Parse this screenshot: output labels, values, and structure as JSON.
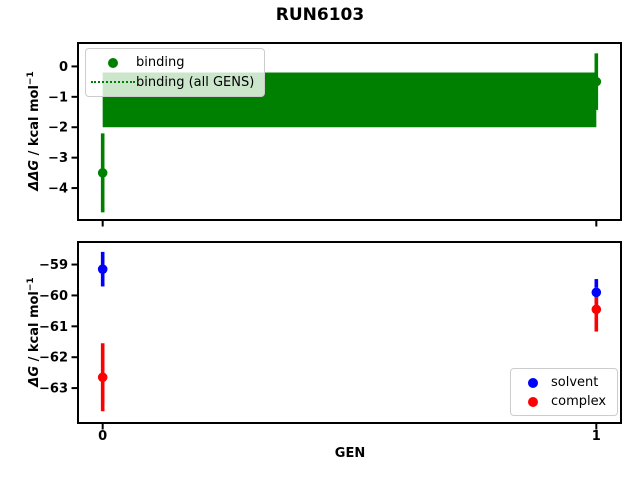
{
  "figure": {
    "title": "RUN6103",
    "background": "#ffffff"
  },
  "chart_data": [
    {
      "type": "scatter",
      "panel": "top",
      "title": "RUN6103",
      "ylabel": "ΔΔG / kcal mol⁻¹",
      "ylabel_parts": {
        "math": "ΔΔG",
        "rest": " / kcal mol",
        "sup": "−1"
      },
      "xlabel": "",
      "xlim": [
        -0.05,
        1.05
      ],
      "ylim": [
        -5.05,
        0.77
      ],
      "xticks": [
        0,
        1
      ],
      "xtick_labels": [
        "",
        ""
      ],
      "yticks": [
        0,
        -1,
        -2,
        -3,
        -4
      ],
      "grid": false,
      "series": [
        {
          "name": "binding",
          "color": "#008000",
          "marker": "circle",
          "x": [
            0,
            1
          ],
          "y": [
            -3.5,
            -0.5
          ],
          "yerr": [
            1.3,
            0.93
          ]
        },
        {
          "name": "binding (all GENS)",
          "color": "#008000",
          "linestyle": "dotted",
          "value": -1.1,
          "band": [
            -0.2,
            -2.0
          ],
          "band_x": [
            0,
            1
          ]
        }
      ],
      "legend": {
        "position": "upper left",
        "entries": [
          "binding",
          "binding (all GENS)"
        ]
      }
    },
    {
      "type": "scatter",
      "panel": "bottom",
      "xlabel": "GEN",
      "ylabel": "ΔG / kcal mol⁻¹",
      "ylabel_parts": {
        "math": "ΔG",
        "rest": " / kcal mol",
        "sup": "−1"
      },
      "xlim": [
        -0.05,
        1.05
      ],
      "ylim": [
        -64.13,
        -58.27
      ],
      "xticks": [
        0,
        1
      ],
      "xtick_labels": [
        "0",
        "1"
      ],
      "yticks": [
        -59,
        -60,
        -61,
        -62,
        -63
      ],
      "grid": false,
      "series": [
        {
          "name": "solvent",
          "color": "#0000ff",
          "marker": "circle",
          "x": [
            0,
            1
          ],
          "y": [
            -59.15,
            -59.9
          ],
          "yerr": [
            0.56,
            0.43
          ]
        },
        {
          "name": "complex",
          "color": "#ff0000",
          "marker": "circle",
          "x": [
            0,
            1
          ],
          "y": [
            -62.65,
            -60.45
          ],
          "yerr": [
            1.1,
            0.72
          ]
        }
      ],
      "legend": {
        "position": "lower right",
        "entries": [
          "solvent",
          "complex"
        ]
      }
    }
  ]
}
